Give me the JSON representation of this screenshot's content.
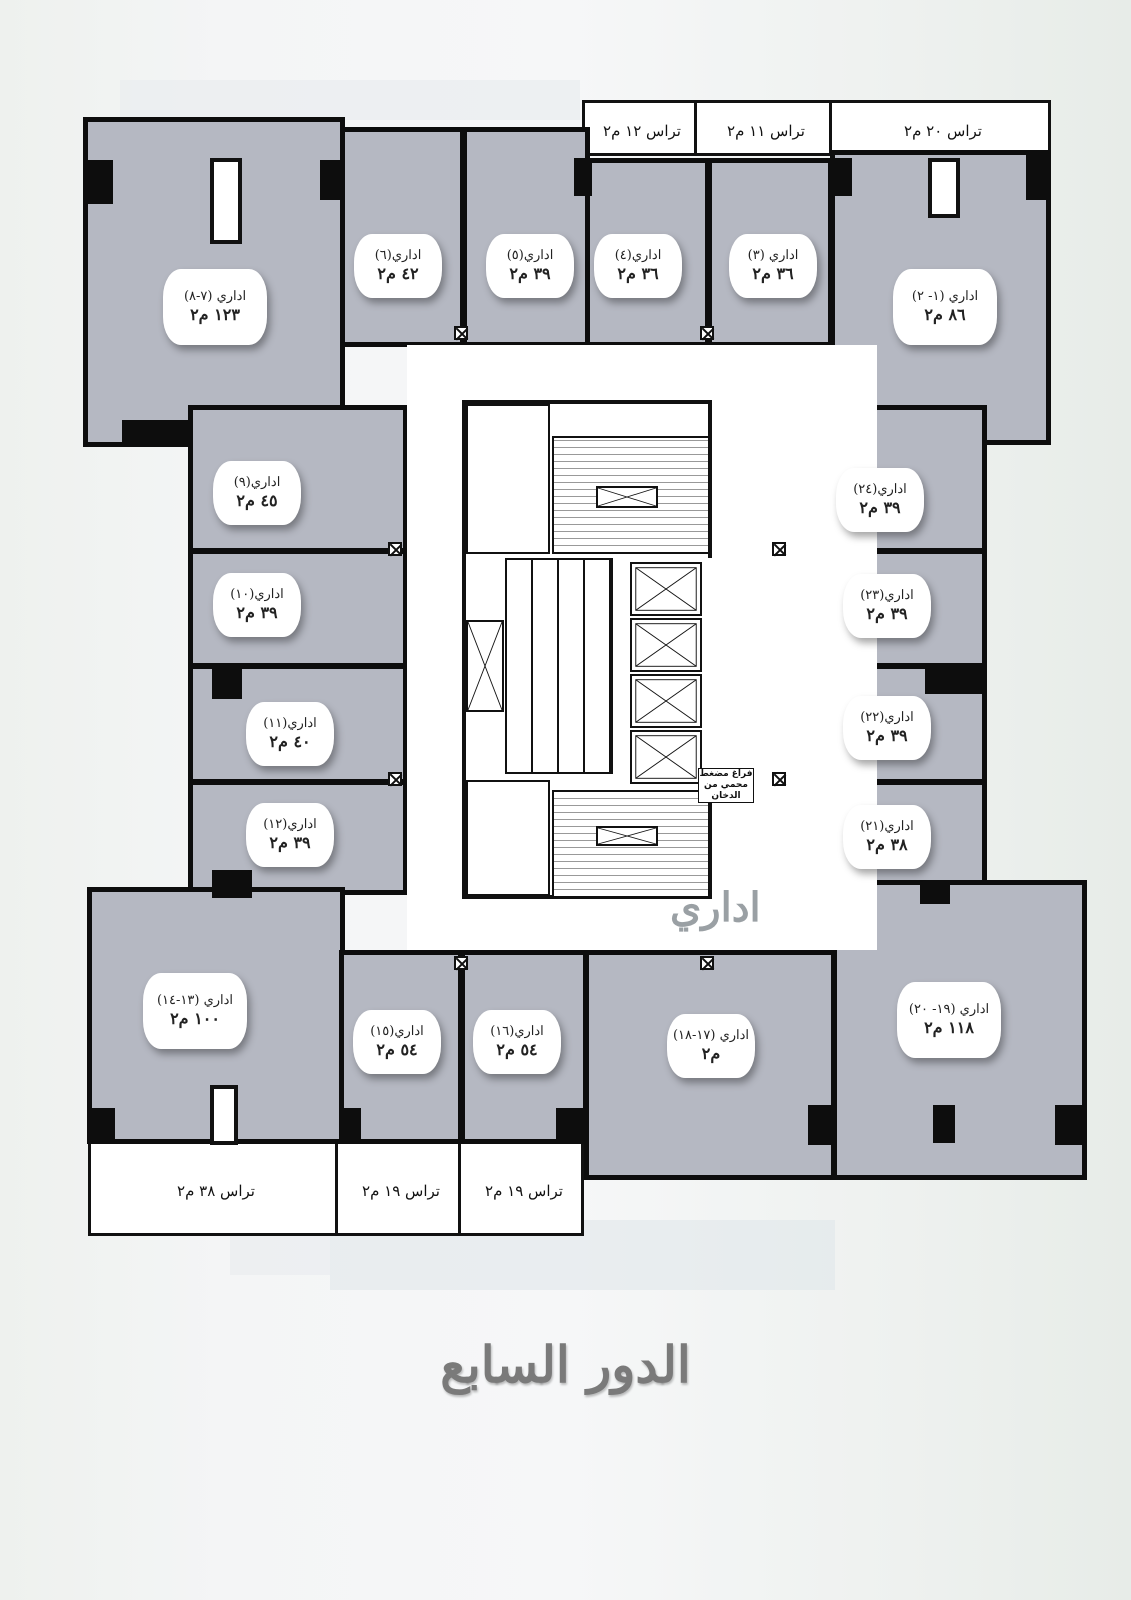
{
  "floor_title": "الدور السابع",
  "core_label": "اداري",
  "stair_note": "فراغ مضغط محمي من الدخان",
  "units": [
    {
      "name": "اداري (٧-٨)",
      "area": "١٢٣ م٢"
    },
    {
      "name": "اداري(٦)",
      "area": "٤٢ م٢"
    },
    {
      "name": "اداري(٥)",
      "area": "٣٩ م٢"
    },
    {
      "name": "اداري(٤)",
      "area": "٣٦ م٢"
    },
    {
      "name": "اداري (٣)",
      "area": "٣٦ م٢"
    },
    {
      "name": "اداري (١- ٢)",
      "area": "٨٦ م٢"
    },
    {
      "name": "اداري(٩)",
      "area": "٤٥ م٢"
    },
    {
      "name": "اداري(١٠)",
      "area": "٣٩ م٢"
    },
    {
      "name": "اداري(١١)",
      "area": "٤٠ م٢"
    },
    {
      "name": "اداري(١٢)",
      "area": "٣٩ م٢"
    },
    {
      "name": "اداري(٢٤)",
      "area": "٣٩ م٢"
    },
    {
      "name": "اداري(٢٣)",
      "area": "٣٩ م٢"
    },
    {
      "name": "اداري(٢٢)",
      "area": "٣٩ م٢"
    },
    {
      "name": "اداري(٢١)",
      "area": "٣٨ م٢"
    },
    {
      "name": "اداري (١٣-١٤)",
      "area": "١٠٠ م٢"
    },
    {
      "name": "اداري(١٥)",
      "area": "٥٤ م٢"
    },
    {
      "name": "اداري(١٦)",
      "area": "٥٤ م٢"
    },
    {
      "name": "اداري (١٧-١٨)",
      "area": "م٢"
    },
    {
      "name": "اداري (١٩- ٢٠)",
      "area": "١١٨ م٢"
    }
  ],
  "terraces": [
    {
      "label": "تراس ١٢ م٢"
    },
    {
      "label": "تراس ١١ م٢"
    },
    {
      "label": "تراس ٢٠ م٢"
    },
    {
      "label": "تراس ٣٨ م٢"
    },
    {
      "label": "تراس ١٩ م٢"
    },
    {
      "label": "تراس ١٩ م٢"
    }
  ],
  "colors": {
    "unit_fill": "#b5b8c2",
    "wall": "#0d0d0d",
    "core": "#ffffff",
    "title": "#7a7a7a"
  }
}
